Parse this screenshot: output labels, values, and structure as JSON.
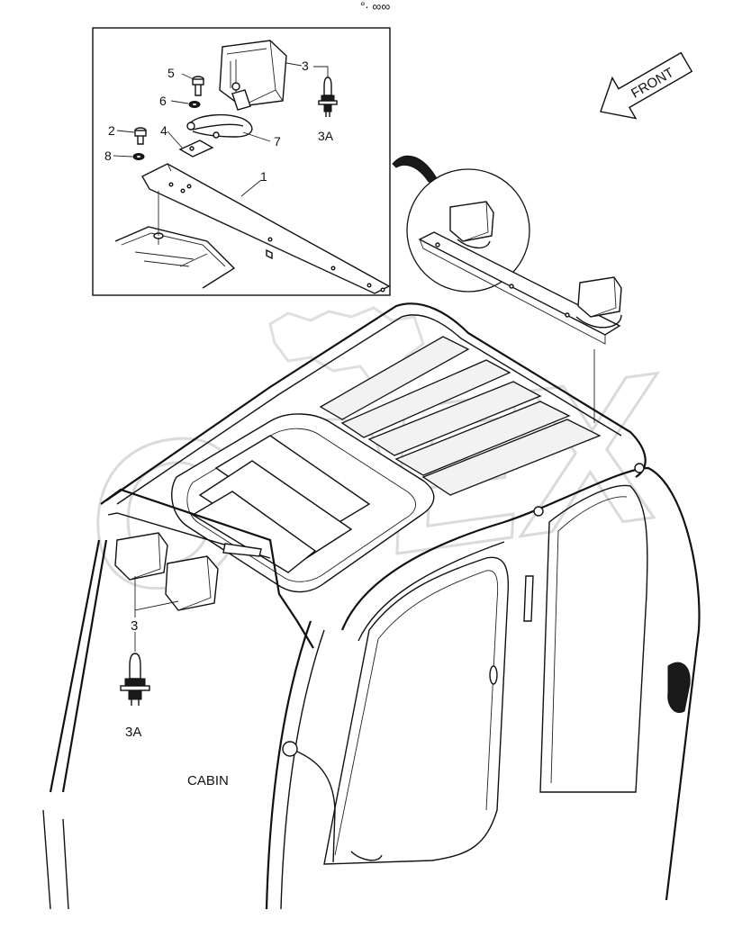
{
  "page_mark": "°∙ ∞∞",
  "watermark": "OPEX",
  "direction_arrow": {
    "label": "FRONT"
  },
  "callouts": {
    "c1": "1",
    "c2": "2",
    "c3_inset": "3",
    "c3a_inset": "3A",
    "c4": "4",
    "c5": "5",
    "c6": "6",
    "c7": "7",
    "c8": "8",
    "c3_main": "3",
    "c3a_main": "3A"
  },
  "cabin_label": "CABIN",
  "icons": [
    "work-lamp-icon",
    "halogen-bulb-icon",
    "bolt-icon",
    "washer-icon",
    "front-arrow-icon"
  ]
}
